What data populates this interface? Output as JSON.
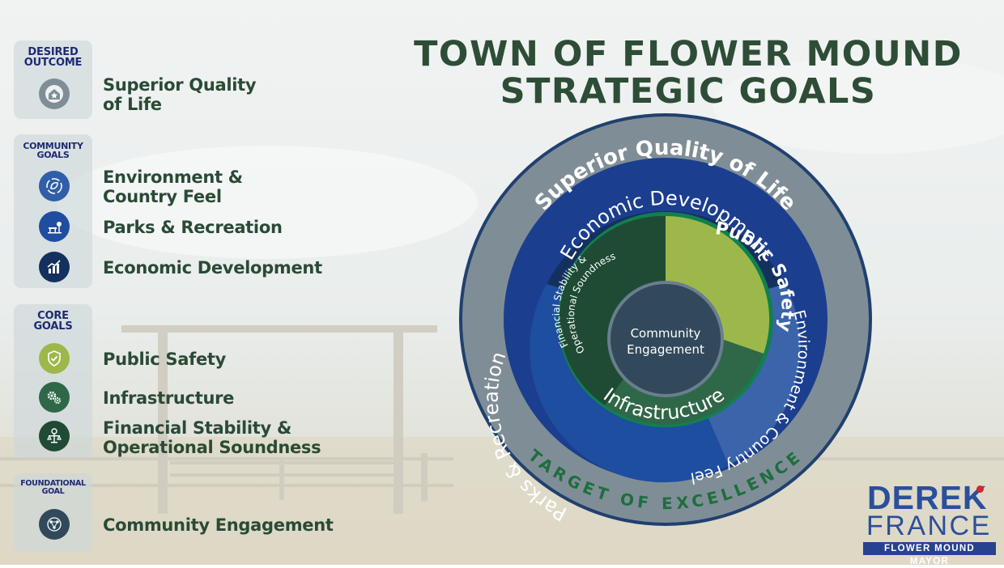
{
  "title": {
    "line1": "TOWN OF FLOWER MOUND",
    "line2": "STRATEGIC GOALS"
  },
  "colors": {
    "dark_green": "#2e4d36",
    "navy": "#1d2a72",
    "outer_gray": "#7f8e96",
    "ring_blue": "#1c3e8f",
    "economic_navy": "#14305e",
    "parks_blue": "#1d4ea0",
    "environment_blue": "#3c64ab",
    "financial_green": "#1f4b35",
    "public_safety_green": "#9db84a",
    "infrastructure_green": "#2f6848",
    "center_slate": "#31495b",
    "target_text_green": "#1e6e3e"
  },
  "sidebar": {
    "desired": {
      "title": [
        "DESIRED",
        "OUTCOME"
      ],
      "items": [
        {
          "icon": "home-star-icon",
          "label": [
            "Superior Quality",
            "of Life"
          ]
        }
      ]
    },
    "community": {
      "title": [
        "COMMUNITY",
        "GOALS"
      ],
      "items": [
        {
          "icon": "leaf-cycle-icon",
          "label": [
            "Environment &",
            "Country Feel"
          ]
        },
        {
          "icon": "park-bench-icon",
          "label": [
            "Parks & Recreation"
          ]
        },
        {
          "icon": "growth-chart-icon",
          "label": [
            "Economic Development"
          ]
        }
      ]
    },
    "core": {
      "title": [
        "CORE",
        "GOALS"
      ],
      "items": [
        {
          "icon": "shield-check-icon",
          "label": [
            "Public Safety"
          ]
        },
        {
          "icon": "gears-icon",
          "label": [
            "Infrastructure"
          ]
        },
        {
          "icon": "money-scale-icon",
          "label": [
            "Financial Stability  &",
            "Operational Soundness"
          ]
        }
      ]
    },
    "foundational": {
      "title": [
        "FOUNDATIONAL",
        "GOAL"
      ],
      "items": [
        {
          "icon": "network-icon",
          "label": [
            "Community Engagement"
          ]
        }
      ]
    }
  },
  "diagram": {
    "outer": "Superior Quality of Life",
    "ring2": {
      "economic": "Economic Development",
      "parks": "Parks & Recreation",
      "environment": "Environment & Country Feel"
    },
    "ring3": {
      "financial_line1": "Financial Stability &",
      "financial_line2": "Operational Soundness",
      "public_safety": "Public Safety",
      "infrastructure": "Infrastructure"
    },
    "center": [
      "Community",
      "Engagement"
    ],
    "tagline": "TARGET OF EXCELLENCE"
  },
  "logo": {
    "line1": "DEREK",
    "line2": "FRANCE",
    "line3": "FLOWER MOUND MAYOR"
  }
}
